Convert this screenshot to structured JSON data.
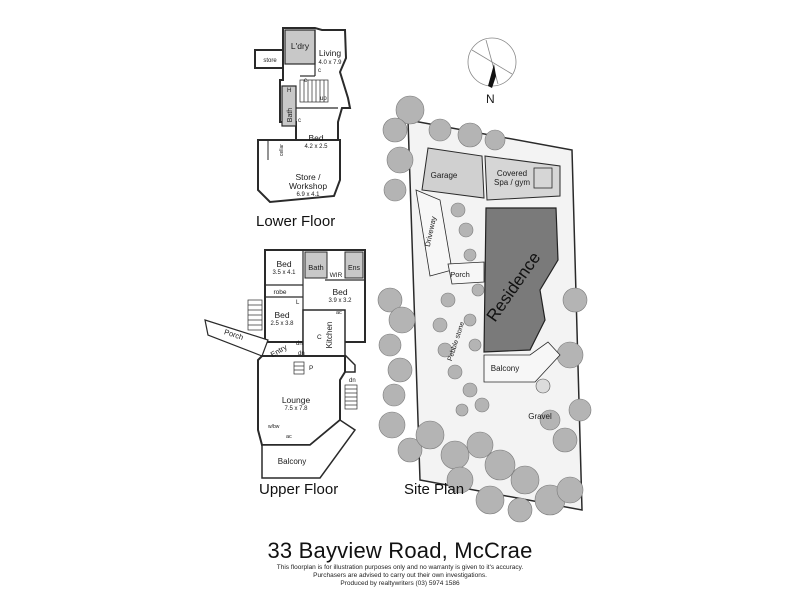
{
  "lower_floor": {
    "heading": "Lower Floor",
    "store_label": "store",
    "laundry_label": "L'dry",
    "living_label": "Living",
    "living_dims": "4.0 x 7.9",
    "c_label": "c",
    "up_label": "up",
    "h_label": "H",
    "bath_label": "Bath",
    "bed_label": "Bed",
    "bed_dims": "4.2 x 2.5",
    "cellar_label": "cellar",
    "workshop_label_1": "Store /",
    "workshop_label_2": "Workshop",
    "workshop_dims": "6.9 x 4.1"
  },
  "upper_floor": {
    "heading": "Upper Floor",
    "bed1_label": "Bed",
    "bed1_dims": "3.5 x 4.1",
    "bath_label": "Bath",
    "wir_label": "WIR",
    "ens_label": "Ens",
    "robe_label": "robe",
    "l_label": "L",
    "bed2_label": "Bed",
    "bed2_dims": "3.9 x 3.2",
    "bed3_label": "Bed",
    "bed3_dims": "2.5 x 3.8",
    "ac_label": "ac",
    "kitchen_label": "Kitchen",
    "c_label": "C",
    "porch_label": "Porch",
    "entry_label": "Entry",
    "dn_label": "dn",
    "p_label": "P",
    "lounge_label": "Lounge",
    "lounge_dims": "7.5 x 7.8",
    "balcony_label": "Balcony",
    "wbw_label": "w/bw"
  },
  "site_plan": {
    "heading": "Site Plan",
    "garage_label": "Garage",
    "covered_label_1": "Covered",
    "covered_label_2": "Spa / gym",
    "driveway_label": "Driveway",
    "porch_label": "Porch",
    "residence_label": "Residence",
    "pebble_label": "Pebble stone",
    "balcony_label": "Balcony",
    "gravel_label": "Gravel"
  },
  "compass": {
    "label": "N"
  },
  "footer": {
    "address": "33 Bayview Road, McCrae",
    "disclaimer_1": "This floorplan is for illustration purposes only and no warranty is given to it's accuracy.",
    "disclaimer_2": "Purchasers are advised to carry out their own investigations.",
    "disclaimer_3": "Produced by realtywriters (03) 5974 1586"
  },
  "colors": {
    "wall": "#2a2a2a",
    "wet_area": "#c8c8c8",
    "residence": "#7a7a7a",
    "garage": "#d0d0d0",
    "tree": "#b4b4b4"
  },
  "icons": [
    "compass-icon",
    "tree-canopy-icon",
    "stairs-icon"
  ]
}
